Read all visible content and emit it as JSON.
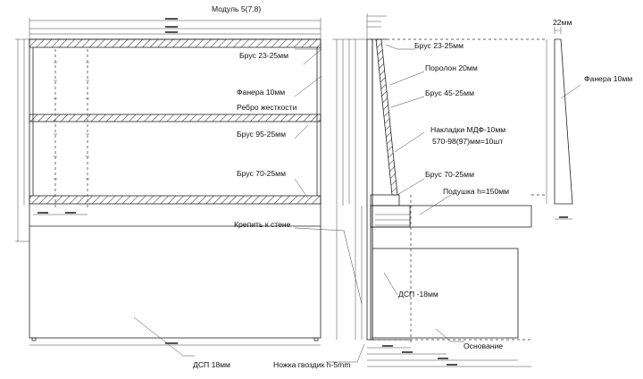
{
  "title": "Модуль 5(7,8)",
  "labels": {
    "brus_23_25_front": "Брус 23-25мм",
    "fanera_10_front": "Фанера 10мм",
    "rebro": "Ребро жесткости",
    "brus_95_25": "Брус 95-25мм",
    "brus_70_25_front": "Брус 70-25мм",
    "krepit": "Крепить к стене",
    "dsp_18": "ДСП 18мм",
    "nozhka": "Ножка гвоздик h-5mm",
    "brus_23_25_side": "Брус 23-25мм",
    "porolon": "Поролон 20мм",
    "brus_45_25": "Брус 45-25мм",
    "nakladki_line1": "Накладки МДФ-10мм",
    "nakladki_line2": "570-98(97)мм=10шт",
    "brus_70_25_side": "Брус 70-25мм",
    "podushka": "Подушка h=150мм",
    "dsp_minus18": "ДСП -18мм",
    "osnovanie": "Основание",
    "fanera_10_right": "Фанера 10мм",
    "mm22": "22мм"
  }
}
